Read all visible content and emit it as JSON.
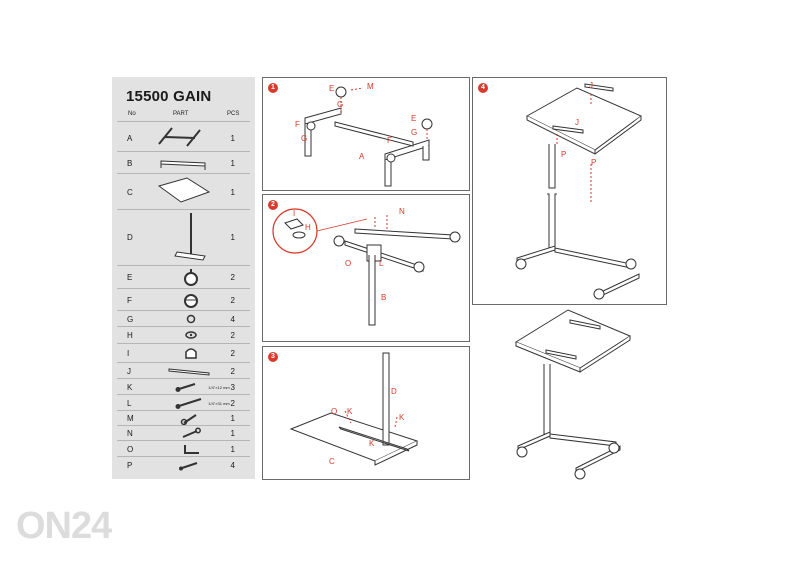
{
  "partslist": {
    "title": "15500 GAIN",
    "headers": {
      "no": "No",
      "part": "PART",
      "pcs": "PCS"
    },
    "rows": [
      {
        "no": "A",
        "pcs": "1",
        "spec": ""
      },
      {
        "no": "B",
        "pcs": "1",
        "spec": ""
      },
      {
        "no": "C",
        "pcs": "1",
        "spec": ""
      },
      {
        "no": "D",
        "pcs": "1",
        "spec": ""
      },
      {
        "no": "E",
        "pcs": "2",
        "spec": ""
      },
      {
        "no": "F",
        "pcs": "2",
        "spec": ""
      },
      {
        "no": "G",
        "pcs": "4",
        "spec": ""
      },
      {
        "no": "H",
        "pcs": "2",
        "spec": ""
      },
      {
        "no": "I",
        "pcs": "2",
        "spec": ""
      },
      {
        "no": "J",
        "pcs": "2",
        "spec": ""
      },
      {
        "no": "K",
        "pcs": "3",
        "spec": "1/4\"×12 mm"
      },
      {
        "no": "L",
        "pcs": "2",
        "spec": "1/4\"×31 mm"
      },
      {
        "no": "M",
        "pcs": "1",
        "spec": ""
      },
      {
        "no": "N",
        "pcs": "1",
        "spec": ""
      },
      {
        "no": "O",
        "pcs": "1",
        "spec": ""
      },
      {
        "no": "P",
        "pcs": "4",
        "spec": ""
      }
    ]
  },
  "steps": {
    "s1": {
      "num": "1",
      "labels": [
        "E",
        "M",
        "G",
        "F",
        "G",
        "E",
        "F",
        "G",
        "A"
      ]
    },
    "s2": {
      "num": "2",
      "labels": [
        "I",
        "H",
        "N",
        "O",
        "L",
        "B"
      ]
    },
    "s3": {
      "num": "3",
      "labels": [
        "D",
        "O",
        "K",
        "K",
        "K",
        "C"
      ]
    },
    "s4": {
      "num": "4",
      "labels": [
        "J",
        "J",
        "P",
        "P"
      ]
    }
  },
  "watermark": "ON24",
  "colors": {
    "accent": "#d93a2b",
    "panel_bg": "#e2e2e3",
    "line": "#333333"
  }
}
